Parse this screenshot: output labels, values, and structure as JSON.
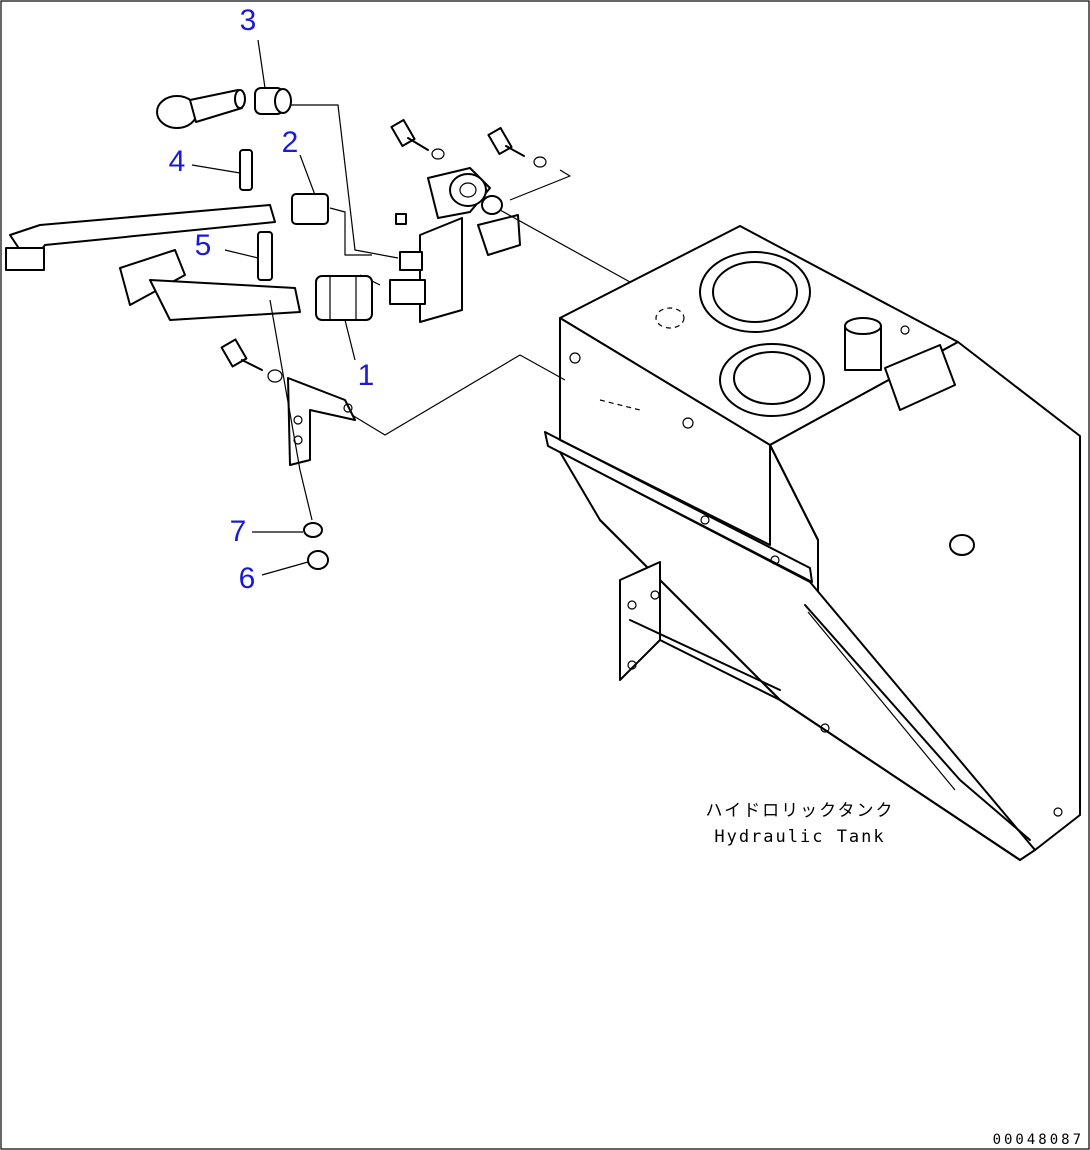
{
  "callouts": [
    {
      "id": "1",
      "label": "1"
    },
    {
      "id": "2",
      "label": "2"
    },
    {
      "id": "3",
      "label": "3"
    },
    {
      "id": "4",
      "label": "4"
    },
    {
      "id": "5",
      "label": "5"
    },
    {
      "id": "6",
      "label": "6"
    },
    {
      "id": "7",
      "label": "7"
    }
  ],
  "caption": {
    "japanese": "ハイドロリックタンク",
    "english": "Hydraulic Tank"
  },
  "document_id": "00048087",
  "colors": {
    "callout": "#1a1ad6",
    "line": "#000000",
    "background": "#ffffff"
  }
}
